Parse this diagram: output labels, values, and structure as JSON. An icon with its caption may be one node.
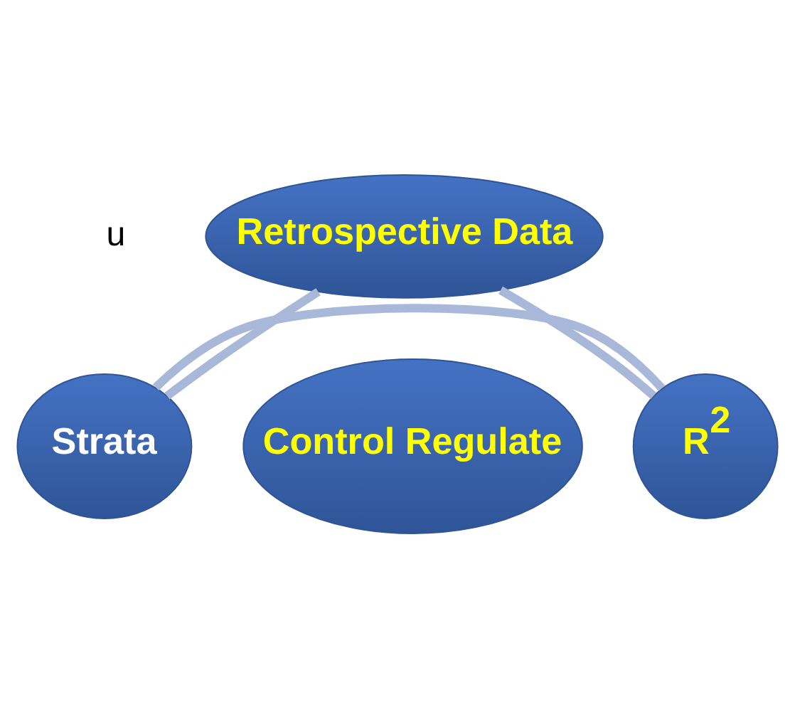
{
  "diagram": {
    "nodes": [
      {
        "text": [
          "Retrospective Data"
        ]
      },
      {
        "text": [
          "Control Regulate"
        ]
      },
      {
        "text": [
          "Strata"
        ]
      },
      {
        "text": [
          "R$^{2}$"
        ]
      }
    ],
    "edges": [
      {
        "from": 0,
        "to": 2,
        "arrow": "none"
      },
      {
        "from": 2,
        "to": 3,
        "arrow": "none"
      },
      {
        "from": 3,
        "to": 0,
        "arrow": "none"
      }
    ],
    "labels": [
      "u"
    ]
  }
}
